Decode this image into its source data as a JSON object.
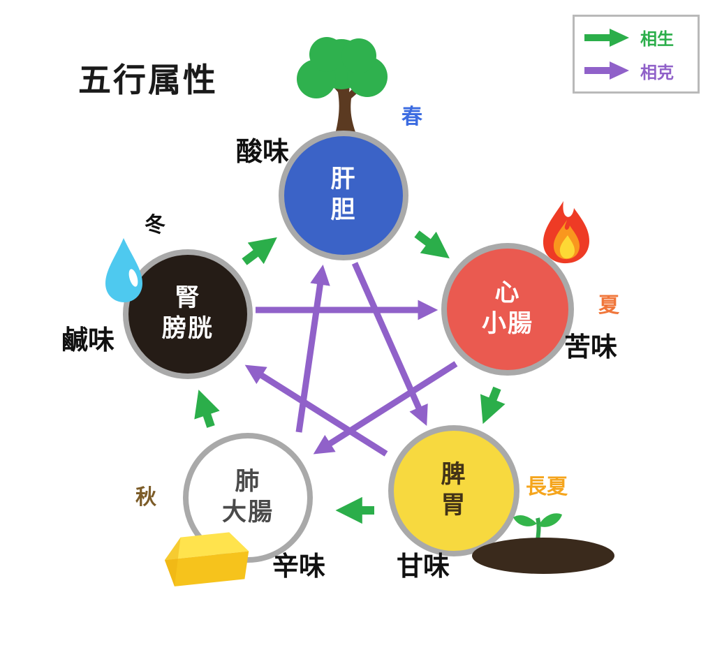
{
  "title": "五行属性",
  "legend": {
    "generating": {
      "label": "相生",
      "color": "#2bae4a"
    },
    "overcoming": {
      "label": "相克",
      "color": "#9061c9"
    }
  },
  "elements": {
    "wood": {
      "organs": "肝\n胆",
      "season": "春",
      "taste": "酸味",
      "circle_color": "#3b63c7",
      "text_color": "#ffffff",
      "season_color": "#3c6ce1",
      "icon": "tree-icon"
    },
    "fire": {
      "organs": "心\n小腸",
      "season": "夏",
      "taste": "苦味",
      "circle_color": "#ea5a50",
      "text_color": "#ffffff",
      "season_color": "#f0763a",
      "icon": "fire-icon"
    },
    "earth": {
      "organs": "脾\n胃",
      "season": "長夏",
      "taste": "甘味",
      "circle_color": "#f7d93f",
      "text_color": "#433317",
      "season_color": "#f5a51d",
      "icon": "soil-sprout-icon"
    },
    "metal": {
      "organs": "肺\n大腸",
      "season": "秋",
      "taste": "辛味",
      "circle_color": "#ffffff",
      "text_color": "#4a4a4a",
      "season_color": "#7c5c28",
      "icon": "gold-bar-icon"
    },
    "water": {
      "organs": "腎\n膀胱",
      "season": "冬",
      "taste": "鹹味",
      "circle_color": "#251c16",
      "text_color": "#ffffff",
      "season_color": "#111111",
      "icon": "water-drop-icon"
    }
  },
  "diagram": {
    "circle_border_color": "#a9a9a9",
    "generating_cycle": [
      "water→wood",
      "wood→fire",
      "fire→earth",
      "earth→metal",
      "metal→water"
    ],
    "overcoming_cycle": [
      "water→fire",
      "wood→earth",
      "fire→metal",
      "earth→water",
      "metal→wood"
    ]
  }
}
